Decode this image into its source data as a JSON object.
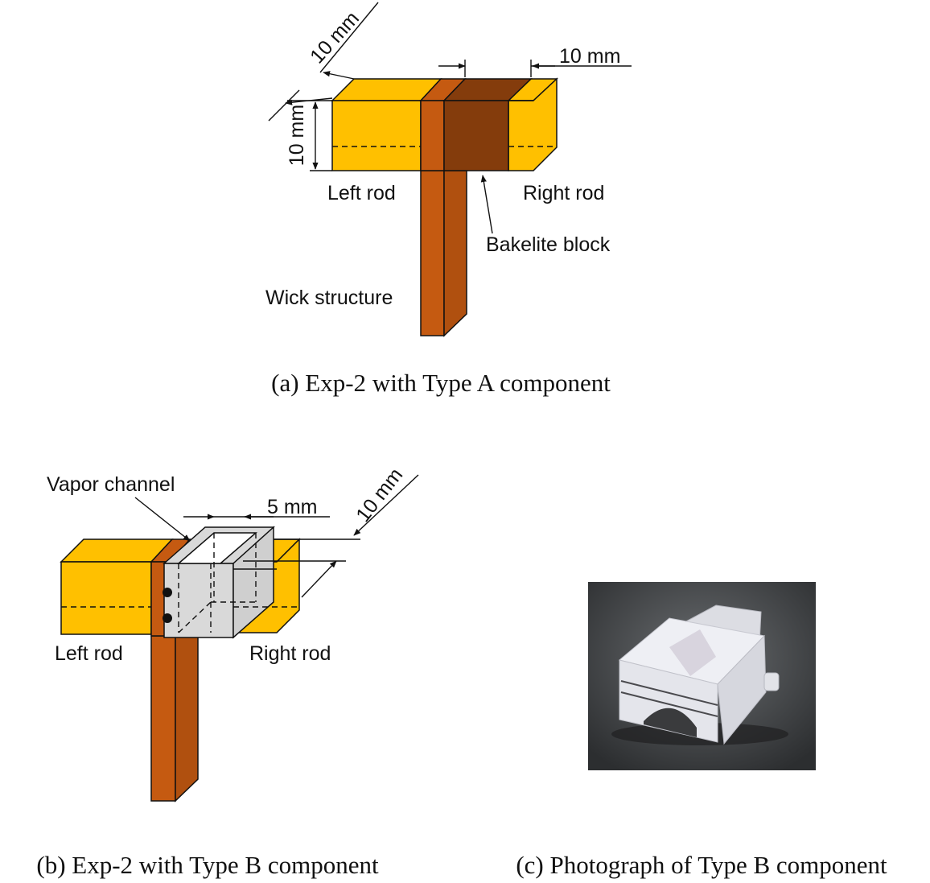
{
  "panel_a": {
    "dim_depth": "10 mm",
    "dim_height": "10 mm",
    "dim_width": "10 mm",
    "left_rod": "Left rod",
    "right_rod": "Right rod",
    "bakelite_block": "Bakelite block",
    "wick_structure": "Wick structure",
    "caption": "(a) Exp-2 with Type A component"
  },
  "panel_b": {
    "vapor_channel": "Vapor channel",
    "dim_width": "5 mm",
    "dim_depth": "10 mm",
    "left_rod": "Left rod",
    "right_rod": "Right rod",
    "caption": "(b) Exp-2 with Type B component"
  },
  "panel_c": {
    "caption": "(c) Photograph of Type B component"
  },
  "colors": {
    "rod": "#FFC000",
    "rod_top": "#FFCD33",
    "wick": "#C55A11",
    "wick_side": "#9E4710",
    "bakelite": "#843C0C",
    "block_gray": "#D9D9D9",
    "photo_bg": "#3A3C3E"
  }
}
